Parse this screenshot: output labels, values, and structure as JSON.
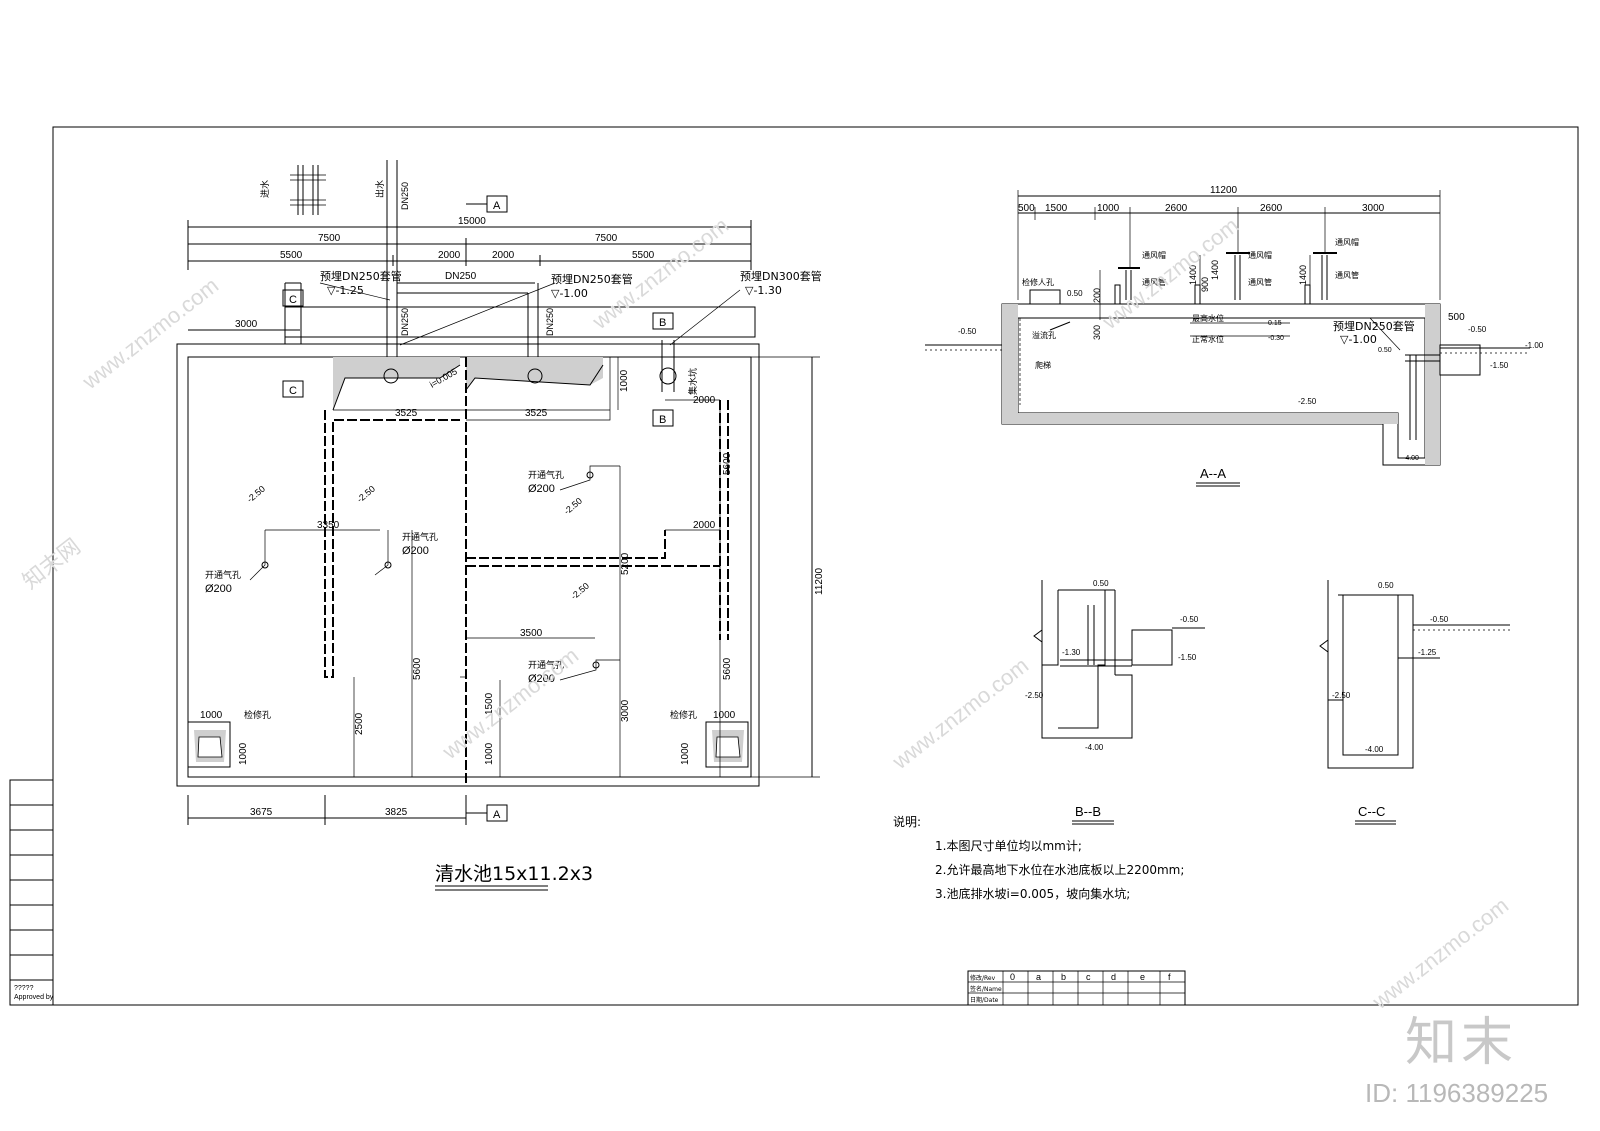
{
  "plan": {
    "title": "清水池15x11.2x3",
    "dims_top": {
      "total": "15000",
      "half_left": "7500",
      "half_right": "7500",
      "seg1": "5500",
      "seg2": "2000",
      "seg3": "2000",
      "seg4": "5500",
      "left_3000": "3000"
    },
    "dims_inner": {
      "w1": "3525",
      "w2": "3525",
      "d1000": "1000",
      "d2000a": "2000",
      "d3350": "3350",
      "d2000b": "2000",
      "d3500": "3500",
      "d5600a": "5600",
      "d5600b": "5600",
      "d5600c": "5600",
      "d5200": "5200",
      "d3000": "3000",
      "d2500": "2500",
      "d1500": "1500",
      "d1000b": "1000",
      "d1000c": "1000",
      "d1000d": "1000",
      "d1000e": "1000",
      "d1000f": "1000",
      "d11200": "11200"
    },
    "dims_bottom": {
      "b1": "3675",
      "b2": "3825"
    },
    "pipe_labels": {
      "p1": "预埋DN250套管",
      "p1_el": "▽-1.25",
      "p2": "DN250",
      "p3": "预埋DN250套管",
      "p3_el": "▽-1.00",
      "p4": "预埋DN300套管",
      "p4_el": "▽-1.30",
      "p5": "DN250",
      "p6": "DN250",
      "p7": "DN250",
      "p8": "出水",
      "p9": "进水"
    },
    "section_marks": {
      "a_top": "A",
      "a_bottom": "A",
      "b_top": "B",
      "b_bottom": "B",
      "c_top": "C",
      "c_bottom": "C"
    },
    "vents": {
      "v1": "开通气孔",
      "v1d": "Ø200",
      "v2": "开通气孔",
      "v2d": "Ø200",
      "v3": "开通气孔",
      "v3d": "Ø200",
      "v4": "开通气孔",
      "v4d": "Ø200"
    },
    "levels": {
      "l1": "-2.50",
      "l2": "-2.50",
      "l3": "-2.50",
      "l4": "-2.50",
      "s1": "i=0.005"
    },
    "hatches": {
      "h1": "检修孔",
      "h2": "检修孔",
      "sump": "集水坑"
    }
  },
  "section_aa": {
    "title": "A--A",
    "dims": {
      "total": "11200",
      "a": "500",
      "b": "1500",
      "c": "1000",
      "d": "2600",
      "e": "2600",
      "f": "3000",
      "h1": "1400",
      "h2": "900",
      "h3": "1400",
      "h4": "1400",
      "h5": "200",
      "h6": "300",
      "r500": "500"
    },
    "labels": {
      "vent1": "通风帽",
      "vent2": "通风管",
      "vent3": "通风帽",
      "vent4": "通风管",
      "vent5": "通风帽",
      "vent6": "通风管",
      "manhole": "检修人孔",
      "ladder": "爬梯",
      "overflow": "溢流孔",
      "maxwl": "最高水位",
      "minwl": "正常水位",
      "pipe": "预埋DN250套管",
      "pipe_el": "▽-1.00"
    },
    "levels": {
      "l1": "-0.50",
      "l2": "0.50",
      "l3": "0.15",
      "l4": "-0.30",
      "l5": "-2.50",
      "l6": "-4.00",
      "l7": "-0.50",
      "l8": "-1.00",
      "l9": "-1.50",
      "l10": "0.50"
    }
  },
  "section_bb": {
    "title": "B--B",
    "levels": {
      "l1": "0.50",
      "l2": "-0.50",
      "l3": "-1.30",
      "l4": "-1.50",
      "l5": "-2.50",
      "l6": "-4.00"
    }
  },
  "section_cc": {
    "title": "C--C",
    "levels": {
      "l1": "0.50",
      "l2": "-0.50",
      "l3": "-1.25",
      "l4": "-2.50",
      "l5": "-4.00"
    }
  },
  "notes": {
    "heading": "说明:",
    "n1": "1.本图尺寸单位均以mm计;",
    "n2": "2.允许最高地下水位在水池底板以上2200mm;",
    "n3": "3.池底排水坡i=0.005，坡向集水坑;"
  },
  "title_block": {
    "approved": "Approved by",
    "q": "?????"
  },
  "rev_table": {
    "row1": "修改/Rev",
    "row2": "签名/Name",
    "row3": "日期/Date",
    "cols": [
      "0",
      "a",
      "b",
      "c",
      "d",
      "e",
      "f"
    ]
  },
  "watermark": {
    "site": "www.znzmo.com",
    "logo": "知末",
    "id": "ID: 1196389225",
    "brand": "知末网"
  }
}
